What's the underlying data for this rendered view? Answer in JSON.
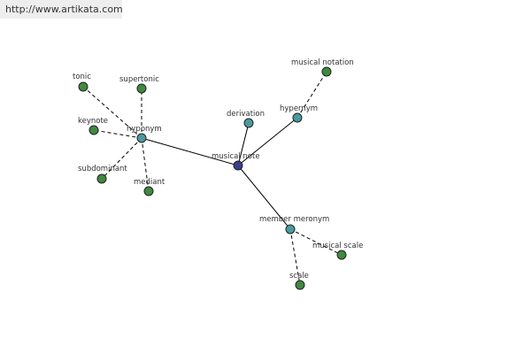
{
  "watermark": {
    "text": "http://www.artikata.com"
  },
  "colors": {
    "center": "#3a3f8f",
    "relation": "#4a9a9e",
    "leaf": "#3f8a3f",
    "watermark_bg": "#eeeeee"
  },
  "graph": {
    "nodes": [
      {
        "id": "musical-note",
        "label": "musical note",
        "kind": "center"
      },
      {
        "id": "hyponym",
        "label": "hyponym",
        "kind": "relation"
      },
      {
        "id": "derivation",
        "label": "derivation",
        "kind": "relation"
      },
      {
        "id": "hypernym",
        "label": "hypernym",
        "kind": "relation"
      },
      {
        "id": "member-meronym",
        "label": "member meronym",
        "kind": "relation"
      },
      {
        "id": "tonic",
        "label": "tonic",
        "kind": "leaf"
      },
      {
        "id": "supertonic",
        "label": "supertonic",
        "kind": "leaf"
      },
      {
        "id": "keynote",
        "label": "keynote",
        "kind": "leaf"
      },
      {
        "id": "subdominant",
        "label": "subdominant",
        "kind": "leaf"
      },
      {
        "id": "mediant",
        "label": "mediant",
        "kind": "leaf"
      },
      {
        "id": "musical-notation",
        "label": "musical notation",
        "kind": "leaf"
      },
      {
        "id": "musical-scale",
        "label": "musical scale",
        "kind": "leaf"
      },
      {
        "id": "scale",
        "label": "scale",
        "kind": "leaf"
      }
    ],
    "edges": [
      {
        "from": "musical-note",
        "to": "hyponym",
        "style": "solid"
      },
      {
        "from": "musical-note",
        "to": "derivation",
        "style": "solid"
      },
      {
        "from": "musical-note",
        "to": "hypernym",
        "style": "solid"
      },
      {
        "from": "musical-note",
        "to": "member-meronym",
        "style": "solid"
      },
      {
        "from": "hyponym",
        "to": "tonic",
        "style": "dashed"
      },
      {
        "from": "hyponym",
        "to": "supertonic",
        "style": "dashed"
      },
      {
        "from": "hyponym",
        "to": "keynote",
        "style": "dashed"
      },
      {
        "from": "hyponym",
        "to": "subdominant",
        "style": "dashed"
      },
      {
        "from": "hyponym",
        "to": "mediant",
        "style": "dashed"
      },
      {
        "from": "hypernym",
        "to": "musical-notation",
        "style": "dashed"
      },
      {
        "from": "member-meronym",
        "to": "musical-scale",
        "style": "dashed"
      },
      {
        "from": "member-meronym",
        "to": "scale",
        "style": "dashed"
      }
    ]
  }
}
